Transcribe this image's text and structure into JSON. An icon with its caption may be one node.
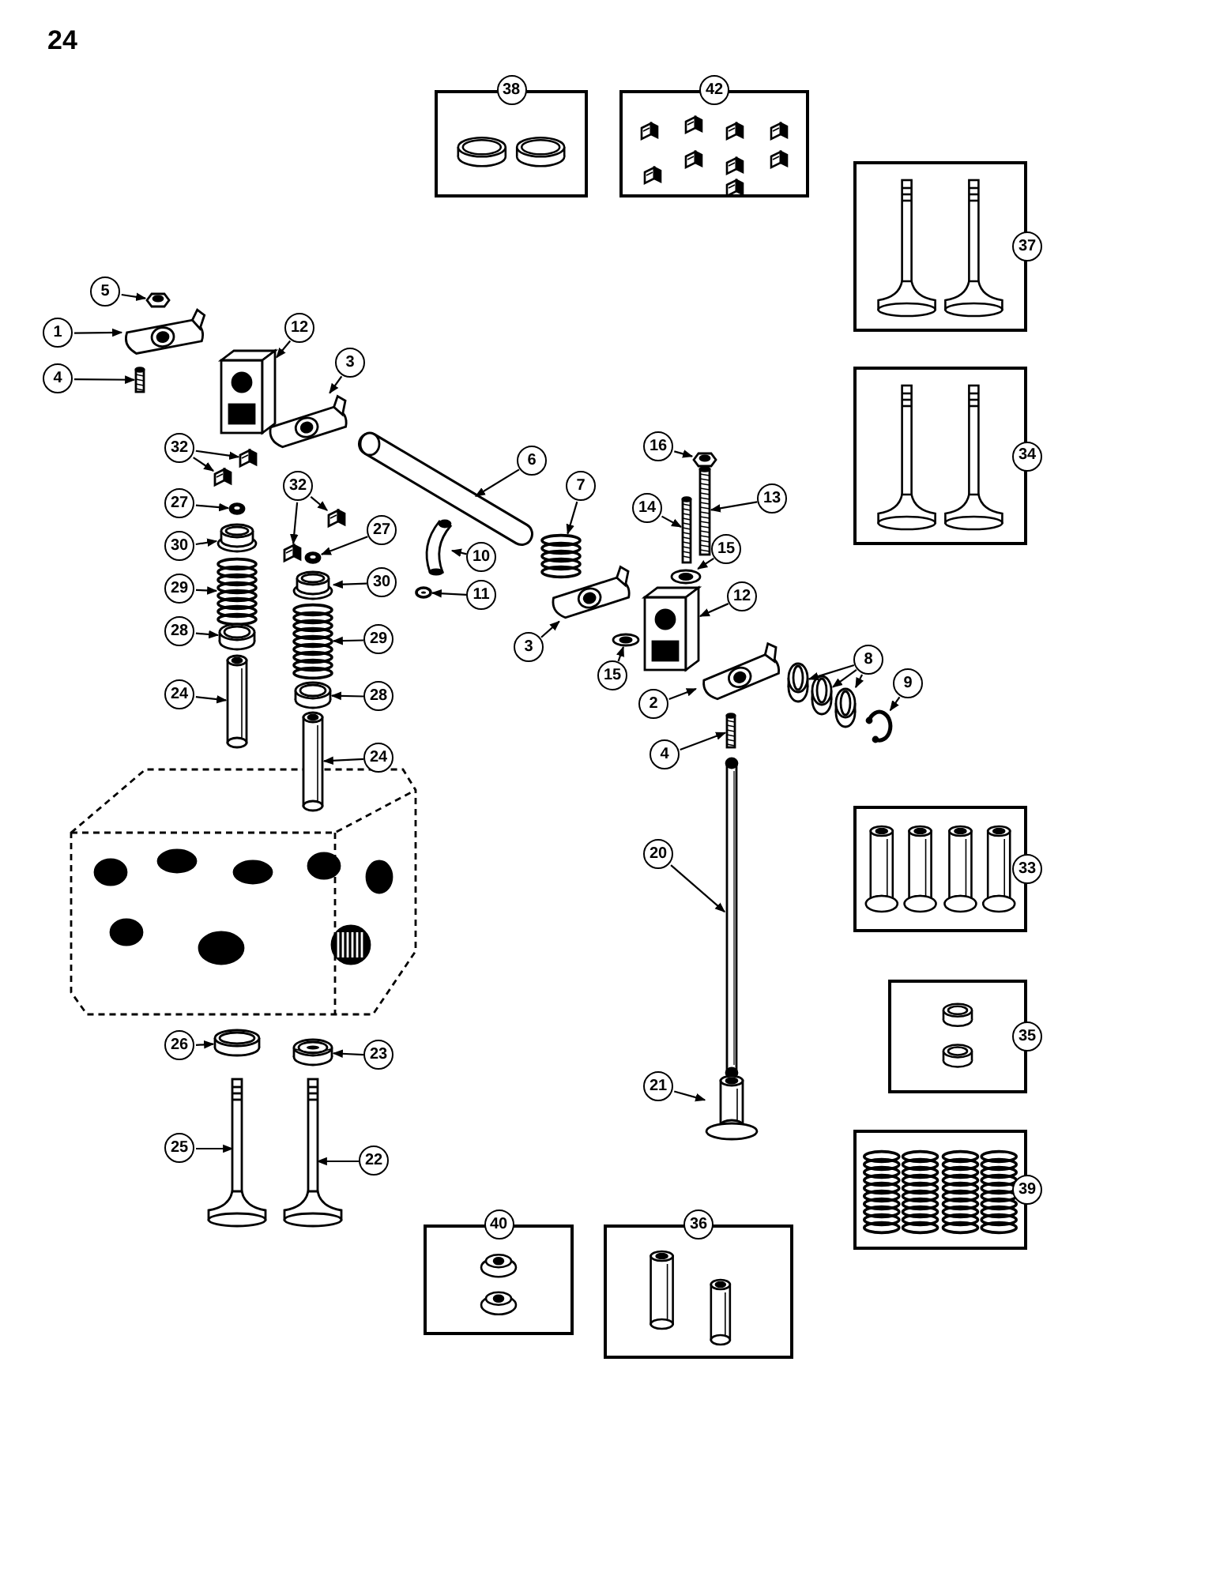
{
  "diagram": {
    "nodes": [
      {
        "text": [
          "38"
        ]
      },
      {
        "text": [
          "42"
        ]
      },
      {
        "text": [
          "37"
        ]
      },
      {
        "text": [
          "5"
        ]
      },
      {
        "text": [
          "1"
        ]
      },
      {
        "text": [
          "12"
        ]
      },
      {
        "text": [
          "3"
        ]
      },
      {
        "text": [
          "4"
        ]
      },
      {
        "text": [
          "34"
        ]
      },
      {
        "text": [
          "32"
        ]
      },
      {
        "text": [
          "6"
        ]
      },
      {
        "text": [
          "16"
        ]
      },
      {
        "text": [
          "13"
        ]
      },
      {
        "text": [
          "27"
        ]
      },
      {
        "text": [
          "14"
        ]
      },
      {
        "text": [
          "32"
        ]
      },
      {
        "text": [
          "27"
        ]
      },
      {
        "text": [
          "30"
        ]
      },
      {
        "text": [
          "7"
        ]
      },
      {
        "text": [
          "15"
        ]
      },
      {
        "text": [
          "10"
        ]
      },
      {
        "text": [
          "29"
        ]
      },
      {
        "text": [
          "30"
        ]
      },
      {
        "text": [
          "12"
        ]
      },
      {
        "text": [
          "11"
        ]
      },
      {
        "text": [
          "28"
        ]
      },
      {
        "text": [
          "3"
        ]
      },
      {
        "text": [
          "15"
        ]
      },
      {
        "text": [
          "8"
        ]
      },
      {
        "text": [
          "29"
        ]
      },
      {
        "text": [
          "2"
        ]
      },
      {
        "text": [
          "24"
        ]
      },
      {
        "text": [
          "28"
        ]
      },
      {
        "text": [
          "9"
        ]
      },
      {
        "text": [
          "4"
        ]
      },
      {
        "text": [
          "24"
        ]
      },
      {
        "text": [
          "20"
        ]
      },
      {
        "text": [
          "33"
        ]
      },
      {
        "text": [
          "35"
        ]
      },
      {
        "text": [
          "26"
        ]
      },
      {
        "text": [
          "23"
        ]
      },
      {
        "text": [
          "21"
        ]
      },
      {
        "text": [
          "25"
        ]
      },
      {
        "text": [
          "22"
        ]
      },
      {
        "text": [
          "39"
        ]
      },
      {
        "text": [
          "40"
        ]
      },
      {
        "text": [
          "36"
        ]
      },
      {
        "text": [],
        "shape": "picture"
      },
      {
        "text": [],
        "shape": "picture"
      },
      {
        "text": [],
        "shape": "picture"
      },
      {
        "text": [],
        "shape": "picture"
      },
      {
        "text": [],
        "shape": "picture"
      },
      {
        "text": [],
        "shape": "picture"
      },
      {
        "text": [],
        "shape": "picture"
      },
      {
        "text": [],
        "shape": "picture"
      },
      {
        "text": [],
        "shape": "picture"
      },
      {
        "text": [],
        "shape": "picture"
      },
      {
        "text": [],
        "shape": "picture"
      },
      {
        "text": [],
        "shape": "picture"
      },
      {
        "text": [],
        "shape": "picture"
      },
      {
        "text": [],
        "shape": "picture"
      },
      {
        "text": [],
        "shape": "picture"
      },
      {
        "text": [],
        "shape": "picture"
      },
      {
        "text": [],
        "shape": "picture"
      },
      {
        "text": [],
        "shape": "picture"
      },
      {
        "text": [],
        "shape": "picture"
      },
      {
        "text": [],
        "shape": "picture"
      },
      {
        "text": [],
        "shape": "picture"
      },
      {
        "text": [],
        "shape": "picture"
      },
      {
        "text": [],
        "shape": "picture"
      },
      {
        "text": [],
        "shape": "picture"
      },
      {
        "text": [],
        "shape": "picture"
      },
      {
        "text": [],
        "shape": "picture"
      },
      {
        "text": [],
        "shape": "picture"
      },
      {
        "text": [],
        "shape": "picture"
      },
      {
        "text": [],
        "shape": "picture"
      },
      {
        "text": [],
        "shape": "picture"
      },
      {
        "text": [],
        "shape": "picture"
      },
      {
        "text": [],
        "shape": "picture"
      },
      {
        "text": [],
        "shape": "picture"
      },
      {
        "text": [],
        "shape": "picture"
      },
      {
        "text": [],
        "shape": "picture"
      },
      {
        "text": [],
        "shape": "picture"
      },
      {
        "text": [],
        "shape": "picture"
      },
      {
        "text": [],
        "shape": "picture"
      },
      {
        "text": [],
        "shape": "picture"
      },
      {
        "text": [],
        "shape": "picture"
      },
      {
        "text": [],
        "shape": "picture"
      },
      {
        "text": [],
        "shape": "picture"
      }
    ],
    "edges": [
      {
        "from": 3,
        "to": 47,
        "arrow": "to"
      },
      {
        "from": 4,
        "to": 48,
        "arrow": "to"
      },
      {
        "from": 5,
        "to": 49,
        "arrow": "to"
      },
      {
        "from": 6,
        "to": 50,
        "arrow": "to"
      },
      {
        "from": 7,
        "to": 51,
        "arrow": "to"
      },
      {
        "from": 9,
        "to": 52,
        "arrow": "to"
      },
      {
        "from": 9,
        "to": 53,
        "arrow": "to"
      },
      {
        "from": 10,
        "to": 54,
        "arrow": "to"
      },
      {
        "from": 11,
        "to": 55,
        "arrow": "to"
      },
      {
        "from": 12,
        "to": 56,
        "arrow": "to"
      },
      {
        "from": 13,
        "to": 57,
        "arrow": "to"
      },
      {
        "from": 14,
        "to": 58,
        "arrow": "to"
      },
      {
        "from": 15,
        "to": 59,
        "arrow": "to"
      },
      {
        "from": 15,
        "to": 60,
        "arrow": "to"
      },
      {
        "from": 16,
        "to": 61,
        "arrow": "to"
      },
      {
        "from": 17,
        "to": 62,
        "arrow": "to"
      },
      {
        "from": 18,
        "to": 63,
        "arrow": "to"
      },
      {
        "from": 19,
        "to": 64,
        "arrow": "to"
      },
      {
        "from": 20,
        "to": 65,
        "arrow": "to"
      },
      {
        "from": 21,
        "to": 66,
        "arrow": "to"
      },
      {
        "from": 22,
        "to": 67,
        "arrow": "to"
      },
      {
        "from": 23,
        "to": 68,
        "arrow": "to"
      },
      {
        "from": 24,
        "to": 69,
        "arrow": "to"
      },
      {
        "from": 25,
        "to": 70,
        "arrow": "to"
      },
      {
        "from": 26,
        "to": 71,
        "arrow": "to"
      },
      {
        "from": 27,
        "to": 72,
        "arrow": "to"
      },
      {
        "from": 28,
        "to": 73,
        "arrow": "to"
      },
      {
        "from": 28,
        "to": 74,
        "arrow": "to"
      },
      {
        "from": 28,
        "to": 75,
        "arrow": "to"
      },
      {
        "from": 29,
        "to": 76,
        "arrow": "to"
      },
      {
        "from": 30,
        "to": 77,
        "arrow": "to"
      },
      {
        "from": 31,
        "to": 78,
        "arrow": "to"
      },
      {
        "from": 32,
        "to": 79,
        "arrow": "to"
      },
      {
        "from": 33,
        "to": 80,
        "arrow": "to"
      },
      {
        "from": 34,
        "to": 81,
        "arrow": "to"
      },
      {
        "from": 35,
        "to": 82,
        "arrow": "to"
      },
      {
        "from": 36,
        "to": 83,
        "arrow": "to"
      },
      {
        "from": 39,
        "to": 84,
        "arrow": "to"
      },
      {
        "from": 40,
        "to": 85,
        "arrow": "to"
      },
      {
        "from": 41,
        "to": 86,
        "arrow": "to"
      },
      {
        "from": 42,
        "to": 87,
        "arrow": "to"
      },
      {
        "from": 43,
        "to": 88,
        "arrow": "to"
      }
    ],
    "labels": [
      "24"
    ]
  }
}
